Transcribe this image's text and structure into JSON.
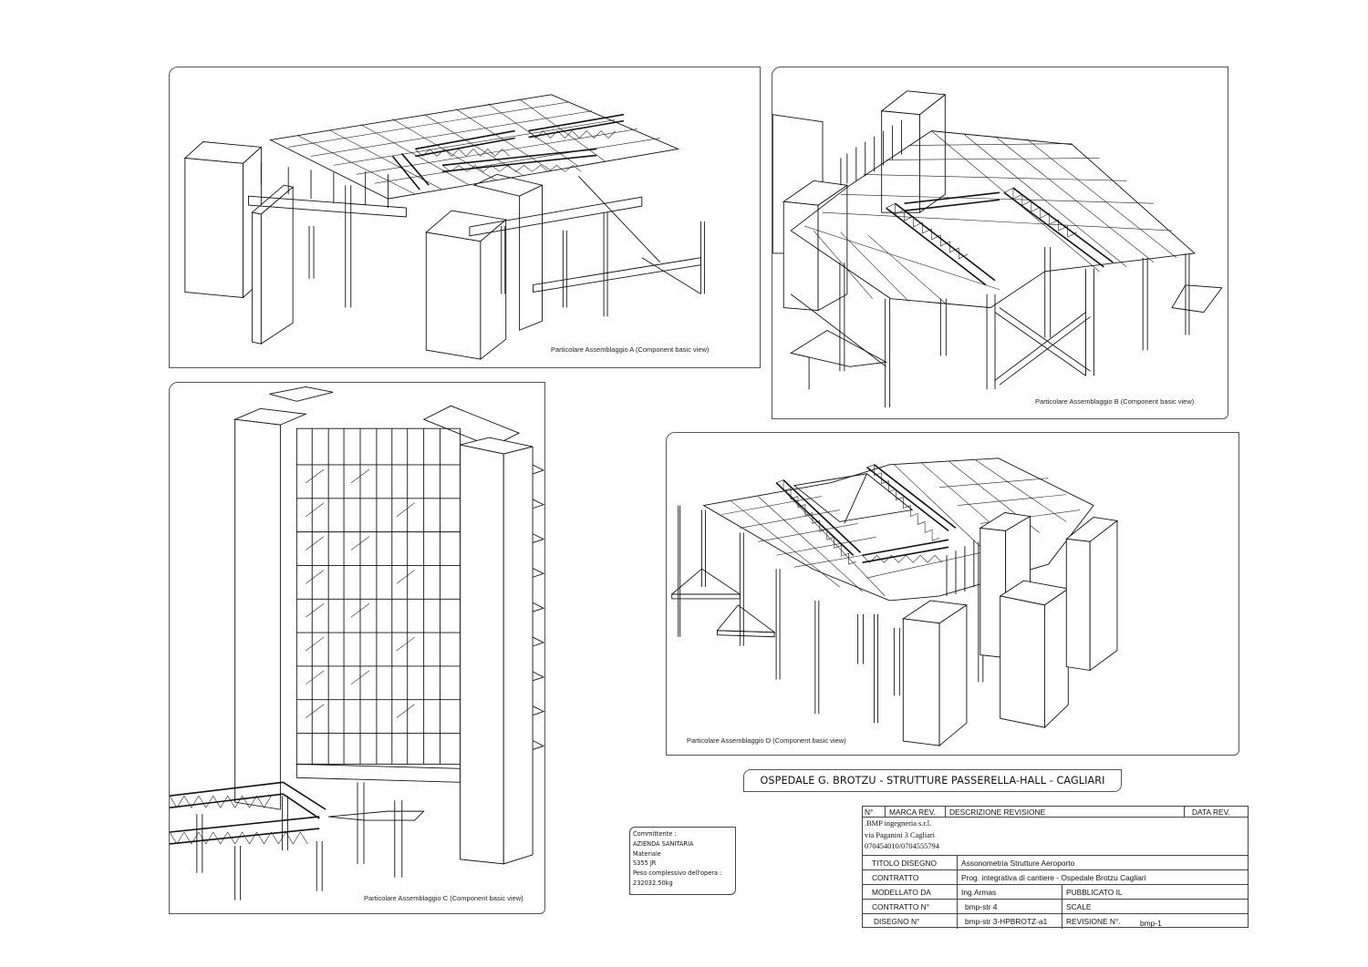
{
  "drawing": {
    "title": "OSPEDALE G. BROTZU - STRUTTURE PASSERELLA-HALL - CAGLIARI",
    "panels": [
      {
        "id": "A",
        "caption": "Particolare Assemblaggio A (Component basic view)"
      },
      {
        "id": "B",
        "caption": "Particolare Assemblaggio B (Component basic view)"
      },
      {
        "id": "C",
        "caption": "Particolare Assemblaggio C (Component basic view)"
      },
      {
        "id": "D",
        "caption": "Particolare Assemblaggio D (Component basic view)"
      }
    ]
  },
  "committente_box": {
    "committente_label": "Committente :",
    "committente_value": "AZIENDA SANITARIA",
    "materiale_label": "Materiale",
    "materiale_value": "S355 JR",
    "peso_label": "Peso complessivo dell'opera :",
    "peso_value": "232032.50kg"
  },
  "title_block": {
    "header": {
      "n": "N°",
      "marca_rev": "MARCA REV.",
      "descrizione_revisione": "DESCRIZIONE REVISIONE",
      "data_rev": "DATA REV."
    },
    "company": {
      "name": ".BMP ingegneria s.r.l.",
      "address": "via Paganini 3 Cagliari",
      "phone": "070454010/0704555794"
    },
    "rows": [
      {
        "label": "TITOLO DISEGNO",
        "value": "Assonometria Strutture Aeroporto"
      },
      {
        "label": "CONTRATTO",
        "value": "Prog. integrativa di cantiere - Ospedale Brotzu Cagliari"
      },
      {
        "label": "MODELLATO DA",
        "value": "Ing.Armas",
        "label2": "PUBBLICATO IL",
        "value2": ""
      },
      {
        "label": "CONTRATTO N°",
        "value": "bmp-str 4",
        "label2": "SCALE",
        "value2": ""
      },
      {
        "label": "DISEGNO N°",
        "value": "bmp-str 3-HPBROTZ-a1",
        "label2": "REVISIONE N°.",
        "value2": "bmp-1"
      }
    ]
  }
}
